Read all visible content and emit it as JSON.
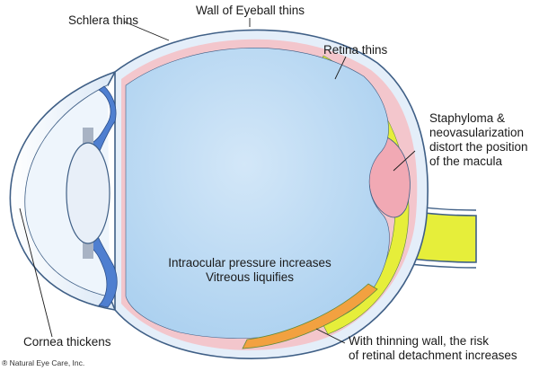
{
  "labels": {
    "wall": "Wall of Eyeball thins",
    "sclera": "Schlera thins",
    "retina": "Retina thins",
    "staphyloma": [
      "Staphyloma &",
      "neovasularization",
      "distort the position",
      "of the macula"
    ],
    "pressure": [
      "Intraocular pressure increases",
      "Vitreous liquifies"
    ],
    "cornea": "Cornea thickens",
    "detachment": [
      "With thinning wall, the risk",
      "of retinal detachment increases"
    ]
  },
  "copyright": "® Natural Eye Care, Inc.",
  "colors": {
    "vitreous": "#b8d8f1",
    "sclera_outline": "#3f5f86",
    "sclera_fill": "#e4eef9",
    "retina_pink": "#f3b8c0",
    "choroid_yellow": "#e6ee3a",
    "iris_blue": "#4f7fd0",
    "detachment_orange": "#f2a140",
    "lens": "#e8eff8"
  }
}
